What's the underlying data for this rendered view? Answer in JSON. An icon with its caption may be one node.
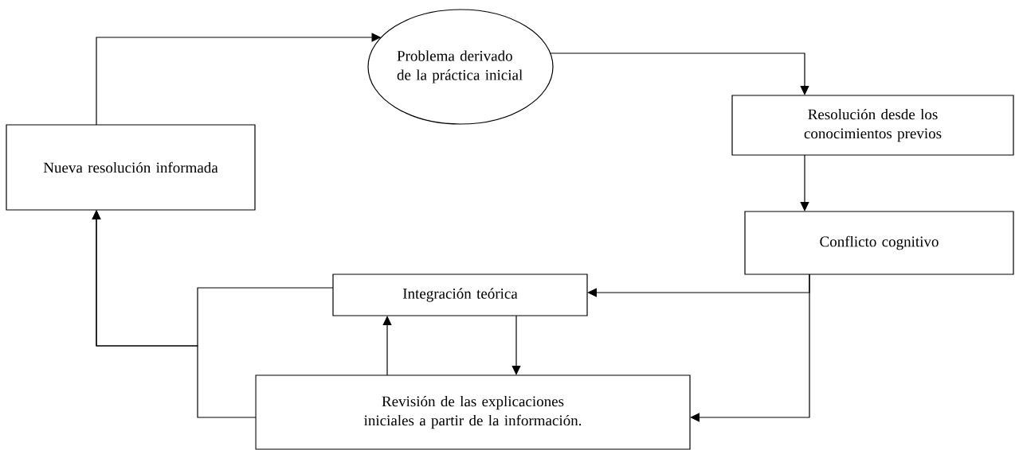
{
  "diagram": {
    "nodes": [
      {
        "text": [
          "Problema derivado de la práctica inicial"
        ]
      },
      {
        "text": [
          "Resolución desde los conocimientos previos"
        ]
      },
      {
        "text": [
          "Conflicto cognitivo"
        ]
      },
      {
        "text": [
          "Integración teórica"
        ]
      },
      {
        "text": [
          "Revisión de las explicaciones iniciales a partir de la información."
        ]
      },
      {
        "text": [
          "Nueva resolución informada"
        ]
      }
    ],
    "edges": [
      {
        "from": 5,
        "to": 0,
        "arrow": "to"
      },
      {
        "from": 0,
        "to": 1,
        "arrow": "to"
      },
      {
        "from": 1,
        "to": 2,
        "arrow": "to"
      },
      {
        "from": 2,
        "to": 3,
        "arrow": "to"
      },
      {
        "from": 2,
        "to": 4,
        "arrow": "to"
      },
      {
        "from": 4,
        "to": 3,
        "arrow": "to"
      },
      {
        "from": 3,
        "to": 4,
        "arrow": "to"
      },
      {
        "from": 3,
        "to": 5,
        "arrow": "to"
      },
      {
        "from": 4,
        "to": 5,
        "arrow": "to"
      }
    ]
  }
}
